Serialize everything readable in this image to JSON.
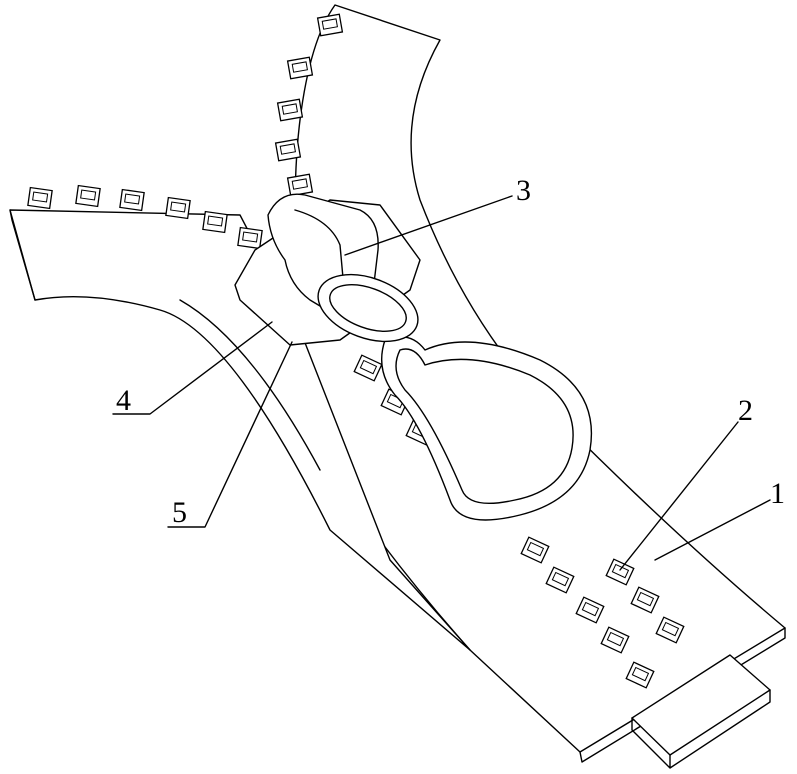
{
  "labels": {
    "tape": "1",
    "tooth": "2",
    "slider": "3",
    "plate": "4",
    "bottom_plate": "5"
  }
}
